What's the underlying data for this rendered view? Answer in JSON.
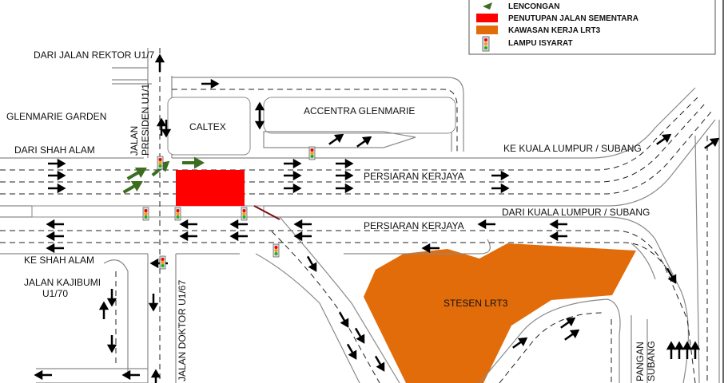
{
  "legend": {
    "items": [
      {
        "label": "LENCONGAN",
        "icon": "green-arrow-icon",
        "color": "#3b6e1f"
      },
      {
        "label": "PENUTUPAN JALAN SEMENTARA",
        "icon": "red-box",
        "color": "#ff0000"
      },
      {
        "label": "KAWASAN KERJA LRT3",
        "icon": "orange-box",
        "color": "#e36c0a"
      },
      {
        "label": "LAMPU ISYARAT",
        "icon": "traffic-light-icon"
      }
    ]
  },
  "labels": {
    "dari_jalan_rektor": "DARI JALAN REKTOR U1/7",
    "glenmarie_garden": "GLENMARIE GARDEN",
    "dari_shah_alam": "DARI SHAH ALAM",
    "jalan_presiden_1": "JALAN",
    "jalan_presiden_2": "PRESIDEN U1/1",
    "caltex": "CALTEX",
    "accentra": "ACCENTRA GLENMARIE",
    "ke_kl_subang": "KE KUALA LUMPUR / SUBANG",
    "persiaran_kerjaya_1": "PERSIARAN KERJAYA",
    "dari_kl_subang": "DARI KUALA LUMPUR / SUBANG",
    "persiaran_kerjaya_2": "PERSIARAN KERJAYA",
    "ke_shah_alam": "KE SHAH ALAM",
    "jalan_kajibumi_1": "JALAN KAJIBUMI",
    "jalan_kajibumi_2": "U1/70",
    "jalan_doktor": "JALAN DOKTOR U1/67",
    "stesen_lrt3": "STESEN LRT3",
    "pangan_1": "PANGAN",
    "pangan_2": "SUBANG"
  },
  "colors": {
    "closure": "#ff0000",
    "lrt_work": "#e36c0a",
    "diversion": "#3b6e1f"
  }
}
